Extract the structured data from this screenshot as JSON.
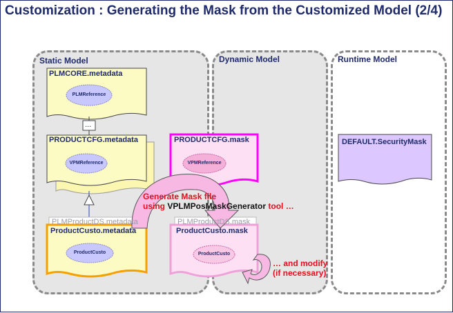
{
  "title": "Customization : Generating the Mask from the Customized Model (2/4)",
  "panels": {
    "static": "Static Model",
    "dynamic": "Dynamic Model",
    "runtime": "Runtime Model"
  },
  "cards": {
    "plmcore": {
      "title": "PLMCORE.metadata",
      "oval": "PLMReference"
    },
    "ellipsis": "...",
    "productcfg_meta": {
      "title": "PRODUCTCFG.metadata",
      "oval": "VPMReference"
    },
    "productcfg_mask": {
      "title": "PRODUCTCFG.mask",
      "oval": "VPMReference"
    },
    "plmproductds_meta": "PLMProductDS.metadata",
    "plmproductds_mask": "PLMProductDS.mask",
    "productcusto_meta": {
      "title": "ProductCusto.metadata",
      "oval": "ProductCusto"
    },
    "productcusto_mask": {
      "title": "ProductCusto.mask",
      "oval": "ProductCusto"
    },
    "default_mask": {
      "title": "DEFAULT.SecurityMask"
    }
  },
  "callouts": {
    "generate_line1": "Generate Mask file",
    "generate_using": "using ",
    "generate_tool": "VPLMPosMaskGenerator",
    "generate_tail": " tool …",
    "modify_line1": "… and modify",
    "modify_line2": "(if necessary)"
  },
  "colors": {
    "yellow_card": "#fdfbc4",
    "pink_border": "#ff00ff",
    "orange_border": "#f5a000",
    "purple_card": "#dcc8ff",
    "arrow_pink": "#f2a0d8",
    "callout_red": "#e01020",
    "title_navy": "#1f2a6b"
  }
}
